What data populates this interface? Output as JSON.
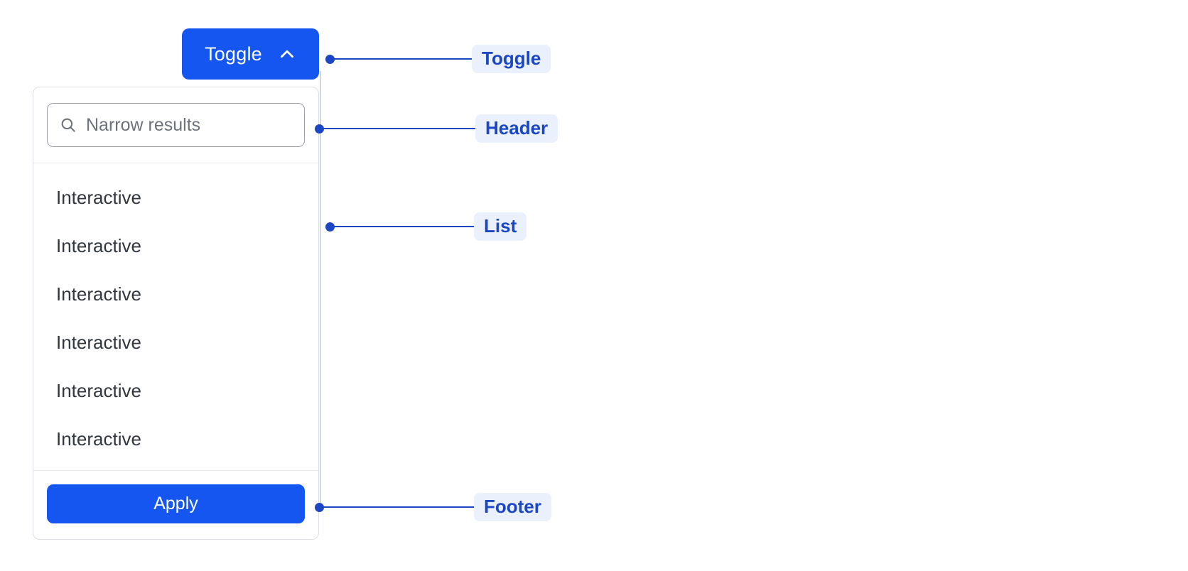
{
  "colors": {
    "primary": "#1556f0",
    "annotation": "#1b47c4",
    "annotation_chip_bg": "#eaf1fd",
    "panel_border": "#dcdfe3",
    "divider": "#e6e8eb",
    "input_border": "#9ba0a8",
    "text": "#32363f",
    "placeholder": "#6c717a",
    "guide_line": "#d3d6da"
  },
  "toggle": {
    "label": "Toggle",
    "icon": "chevron-up-icon",
    "expanded": true
  },
  "panel": {
    "header": {
      "search": {
        "icon": "search-icon",
        "placeholder": "Narrow results",
        "value": ""
      }
    },
    "list": {
      "items": [
        {
          "label": "Interactive"
        },
        {
          "label": "Interactive"
        },
        {
          "label": "Interactive"
        },
        {
          "label": "Interactive"
        },
        {
          "label": "Interactive"
        },
        {
          "label": "Interactive"
        }
      ]
    },
    "footer": {
      "apply_label": "Apply"
    }
  },
  "annotations": [
    {
      "id": "toggle",
      "label": "Toggle"
    },
    {
      "id": "header",
      "label": "Header"
    },
    {
      "id": "list",
      "label": "List"
    },
    {
      "id": "footer",
      "label": "Footer"
    }
  ]
}
